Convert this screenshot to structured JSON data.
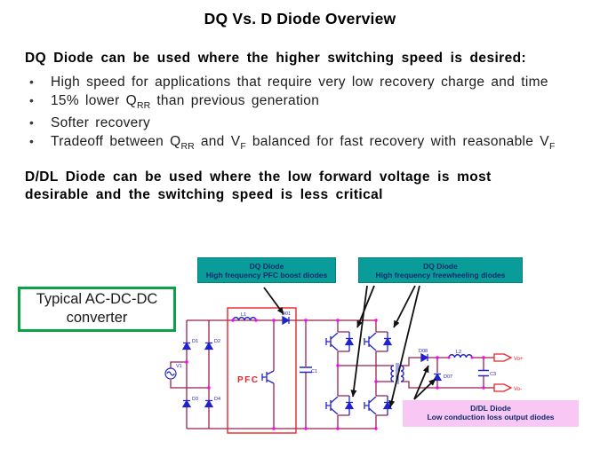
{
  "title": "DQ Vs. D Diode Overview",
  "dq_section": {
    "heading": "DQ Diode can be used where the higher switching speed is desired:",
    "bullets": [
      [
        {
          "t": "High speed for applications that require very low recovery charge and time"
        }
      ],
      [
        {
          "t": "15% lower Q"
        },
        {
          "sub": "RR"
        },
        {
          "t": " than previous generation"
        }
      ],
      [
        {
          "t": "Softer recovery"
        }
      ],
      [
        {
          "t": "Tradeoff between Q"
        },
        {
          "sub": "RR"
        },
        {
          "t": " and V"
        },
        {
          "sub": "F"
        },
        {
          "t": " balanced for fast recovery with reasonable V"
        },
        {
          "sub": "F"
        }
      ]
    ]
  },
  "ddl_section": {
    "heading": "D/DL Diode can be used where the low forward voltage is most desirable and the switching speed is less critical"
  },
  "converter_label": "Typical AC-DC-DC converter",
  "callouts": {
    "pfc_boost": {
      "title": "DQ Diode",
      "subtitle": "High frequency PFC boost diodes"
    },
    "freewheeling": {
      "title": "DQ Diode",
      "subtitle": "High frequency freewheeling diodes"
    },
    "output": {
      "title": "D/DL Diode",
      "subtitle": "Low conduction loss output diodes"
    }
  },
  "circuit": {
    "pfc_label": "PFC",
    "labels": {
      "v1": "V1",
      "d1": "D1",
      "d2": "D2",
      "d3": "D3",
      "d4": "D4",
      "l1": "L1",
      "d01": "D01",
      "c1": "C1",
      "d08": "D08",
      "d07": "D07",
      "l2": "L2",
      "c3": "C3",
      "vo_plus": "Vo+",
      "vo_minus": "Vo-"
    }
  },
  "colors": {
    "teal_box": "#0A9C99",
    "pink_box": "#F9C7F3",
    "green_border": "#0AA147",
    "callout_text": "#0D2B6B",
    "wire": "#96224E",
    "component_blue": "#2222CC",
    "pfc_red": "#E8232A",
    "junction_magenta": "#FF00FF",
    "arrow_black": "#111111"
  }
}
